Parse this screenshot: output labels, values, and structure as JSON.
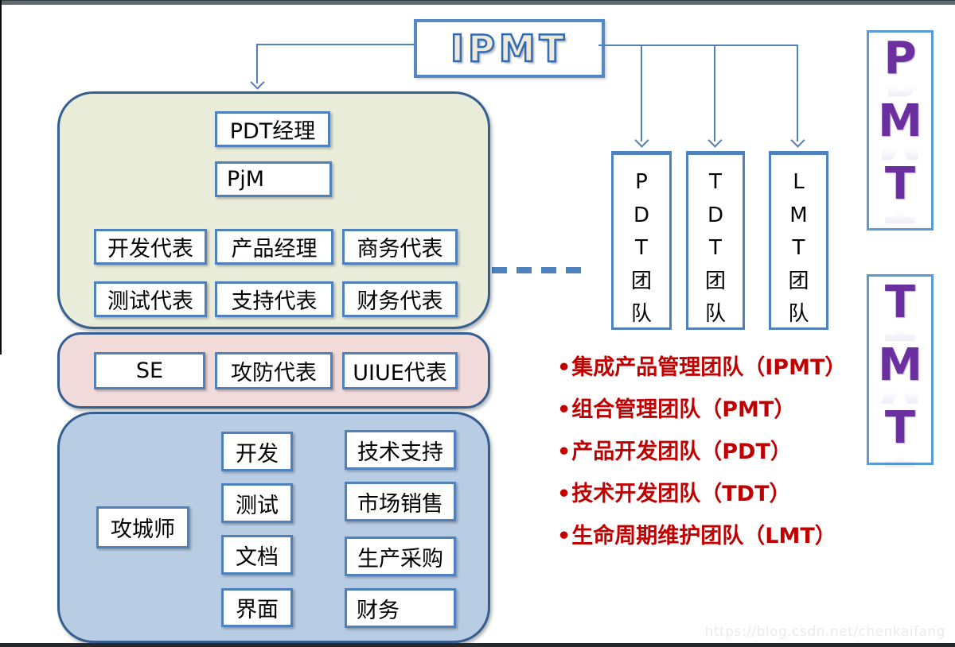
{
  "ipmt": {
    "label": "IPMT"
  },
  "green": {
    "rows_top": [
      "PDT经理",
      "PjM"
    ],
    "grid": [
      "开发代表",
      "产品经理",
      "商务代表",
      "测试代表",
      "支持代表",
      "财务代表"
    ]
  },
  "pink": {
    "items": [
      "SE",
      "攻防代表",
      "UIUE代表"
    ]
  },
  "blue": {
    "left": "攻城师",
    "col_a": [
      "开发",
      "测试",
      "文档",
      "界面"
    ],
    "col_b": [
      "技术支持",
      "市场销售",
      "生产采购",
      "财务"
    ]
  },
  "teams": [
    {
      "text": "P\nD\nT\n团\n队"
    },
    {
      "text": "T\nD\nT\n团\n队"
    },
    {
      "text": "L\nM\nT\n团\n队"
    }
  ],
  "side": {
    "pmt": [
      "P",
      "M",
      "T"
    ],
    "tmt": [
      "T",
      "M",
      "T"
    ]
  },
  "legend": {
    "bullet": "•",
    "items": [
      "集成产品管理团队（IPMT）",
      "组合管理团队（PMT）",
      "产品开发团队（PDT）",
      "技术开发团队（TDT）",
      "生命周期维护团队（LMT）"
    ]
  },
  "watermark": "https://blog.csdn.net/chenkaifang",
  "colors": {
    "accent_blue": "#4f81bd",
    "dark_border": "#365f91",
    "green_fill": "#e9ecd9",
    "pink_fill": "#f2dcdb",
    "blue_fill": "#b8cce4",
    "red_text": "#c00000",
    "purple": "#6b2fa0"
  }
}
